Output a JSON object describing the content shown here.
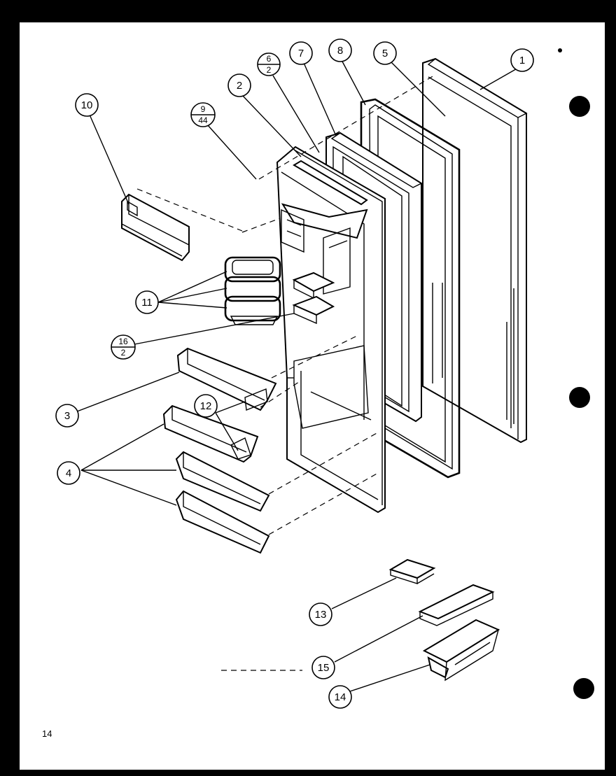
{
  "page_number": "14",
  "callouts": [
    {
      "label": "1"
    },
    {
      "label": "2"
    },
    {
      "label": "3"
    },
    {
      "label": "4"
    },
    {
      "label": "5"
    },
    {
      "label": "7"
    },
    {
      "label": "8"
    },
    {
      "label": "10"
    },
    {
      "label": "11"
    },
    {
      "label": "12"
    },
    {
      "label": "13"
    },
    {
      "label": "14"
    },
    {
      "label": "15"
    }
  ],
  "fraction_callouts": [
    {
      "top": "6",
      "bottom": "2"
    },
    {
      "top": "9",
      "bottom": "44"
    },
    {
      "top": "16",
      "bottom": "2"
    }
  ],
  "colors": {
    "paper": "#ffffff",
    "ink": "#000000",
    "border": "#000000"
  }
}
